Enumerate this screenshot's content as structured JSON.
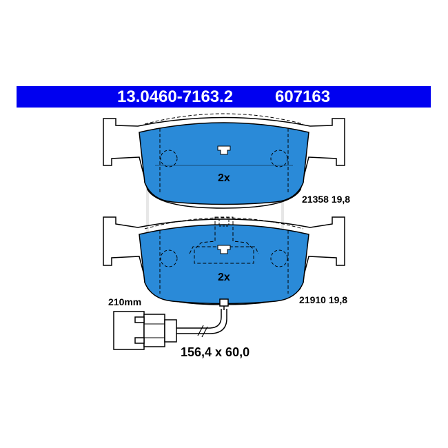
{
  "header": {
    "part_number": "13.0460-7163.2",
    "reference": "607163"
  },
  "pads": [
    {
      "quantity": "2x",
      "spec": "21358 19,8"
    },
    {
      "quantity": "2x",
      "spec": "21910 19,8"
    }
  ],
  "sensor": {
    "wire_length": "210mm"
  },
  "dimensions": "156,4 x 60,0",
  "colors": {
    "banner": "#0000f0",
    "pad_fill": "#2a8ad8",
    "line": "#000000"
  }
}
